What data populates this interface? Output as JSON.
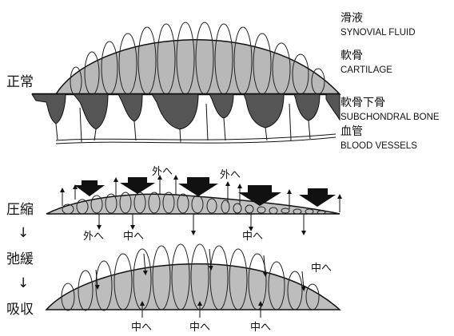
{
  "labels": {
    "synovial_jp": "滑液",
    "synovial_en": "SYNOVIAL FLUID",
    "cartilage_jp": "軟骨",
    "cartilage_en": "CARTILAGE",
    "subchondral_jp": "軟骨下骨",
    "subchondral_en": "SUBCHONDRAL BONE",
    "vessels_jp": "血管",
    "vessels_en": "BLOOD VESSELS"
  },
  "states": {
    "normal": "正常",
    "compression": "圧縮",
    "arrow1": "↓",
    "relaxation": "弛緩",
    "arrow2": "↓",
    "absorption": "吸収"
  },
  "flow_labels": {
    "out_upper_1": "外へ",
    "out_upper_2": "外へ",
    "out_lower": "外へ",
    "in_lower_1": "中へ",
    "in_lower_2": "中へ",
    "in_right": "中へ",
    "in_bottom_1": "中へ",
    "in_bottom_2": "中へ",
    "in_bottom_3": "中へ"
  }
}
